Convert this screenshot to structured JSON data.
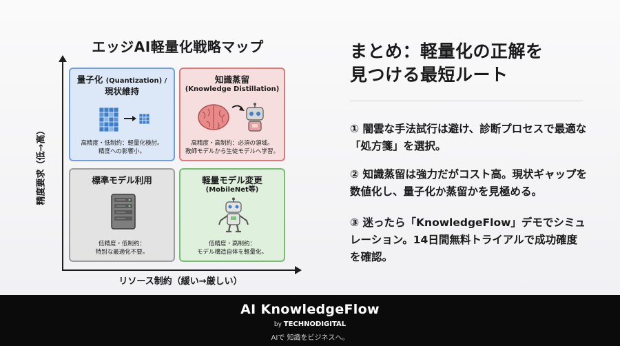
{
  "map": {
    "title": "エッジAI軽量化戦略マップ",
    "y_axis_label": "精度要求（低→高）",
    "x_axis_label": "リソース制約（緩い→厳しい）",
    "quadrants": {
      "top_left": {
        "title": "量子化",
        "title_en": "(Quantization) /",
        "subtitle": "現状維持",
        "desc": [
          "高精度・低制約：軽量化検討。",
          "精度への影響小。"
        ],
        "icon": "grid-to-small-grid-icon"
      },
      "top_right": {
        "title": "知識蒸留",
        "subtitle": "(Knowledge Distillation)",
        "desc": [
          "高精度・高制約：必須の領域。",
          "教師モデルから生徒モデルへ学習。"
        ],
        "icon": "brain-to-robot-icon"
      },
      "bottom_left": {
        "title": "標準モデル利用",
        "desc": [
          "低精度・低制約：",
          "特別な最適化不要。"
        ],
        "icon": "server-icon"
      },
      "bottom_right": {
        "title": "軽量モデル変更",
        "subtitle": "(MobileNet等)",
        "desc": [
          "低精度・高制約：",
          "モデル構造自体を軽量化。"
        ],
        "icon": "robot-icon"
      }
    },
    "colors": {
      "top_left": "#6fa0dc",
      "top_right": "#dc7878",
      "bottom_left": "#9d9d9d",
      "bottom_right": "#76bd6f"
    }
  },
  "summary": {
    "title_line1": "まとめ：軽量化の正解を",
    "title_line2": "見つける最短ルート",
    "points": [
      "① 闇雲な手法試行は避け、診断プロセスで最適な「処方箋」を選択。",
      "② 知識蒸留は強力だがコスト高。現状ギャップを数値化し、量子化か蒸留かを見極める。",
      "③ 迷ったら「KnowledgeFlow」デモでシミュレーション。14日間無料トライアルで成功確度を確認。"
    ]
  },
  "footer": {
    "brand": "AI KnowledgeFlow",
    "by_prefix": "by",
    "company": "TECHNODIGITAL",
    "tagline": "AIで 知識をビジネスへ。"
  }
}
